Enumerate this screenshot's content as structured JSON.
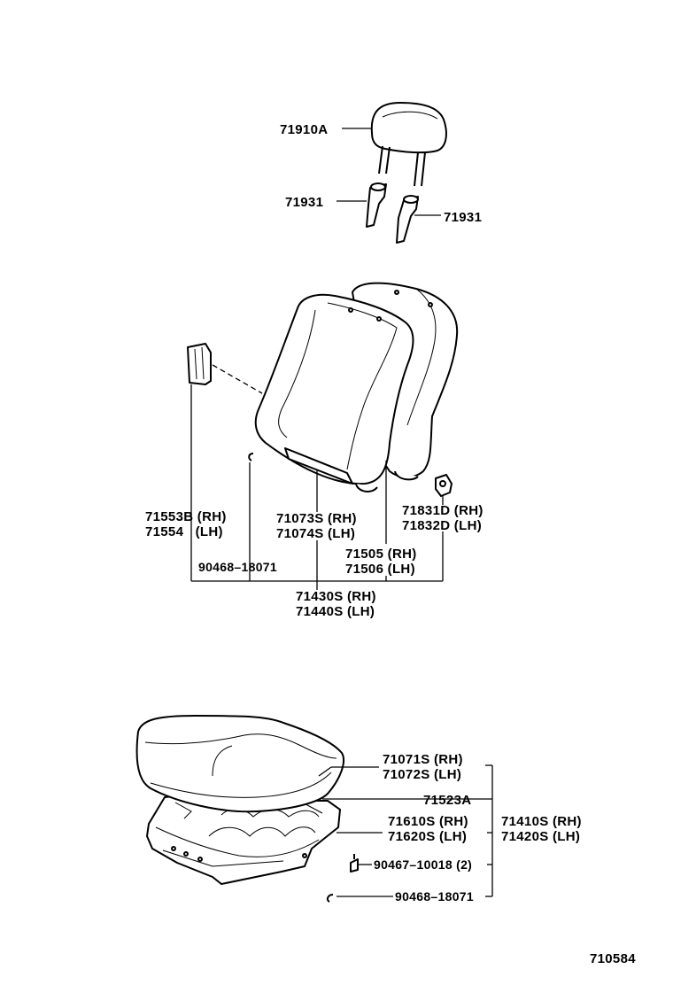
{
  "diagram_id": "710584",
  "labels": {
    "headrest": "71910A",
    "support_left": "71931",
    "support_right": "71931",
    "back_cover_a_rh": "71553B (RH)",
    "back_cover_a_lh": "71554   (LH)",
    "back_cover_rh": "71073S (RH)",
    "back_cover_lh": "71074S (LH)",
    "hinge_cover_rh": "71831D (RH)",
    "hinge_cover_lh": "71832D (LH)",
    "back_frame_rh": "71505 (RH)",
    "back_frame_lh": "71506 (LH)",
    "hog_ring_back": "90468–18071",
    "back_assy_rh": "71430S (RH)",
    "back_assy_lh": "71440S (LH)",
    "cushion_cover_rh": "71071S (RH)",
    "cushion_cover_lh": "71072S (LH)",
    "cushion_pad": "71523A",
    "cushion_frame_rh": "71610S (RH)",
    "cushion_frame_lh": "71620S (LH)",
    "cushion_assy_rh": "71410S (RH)",
    "cushion_assy_lh": "71420S (LH)",
    "screw": "90467–10018 (2)",
    "hog_ring_cushion": "90468–18071"
  }
}
